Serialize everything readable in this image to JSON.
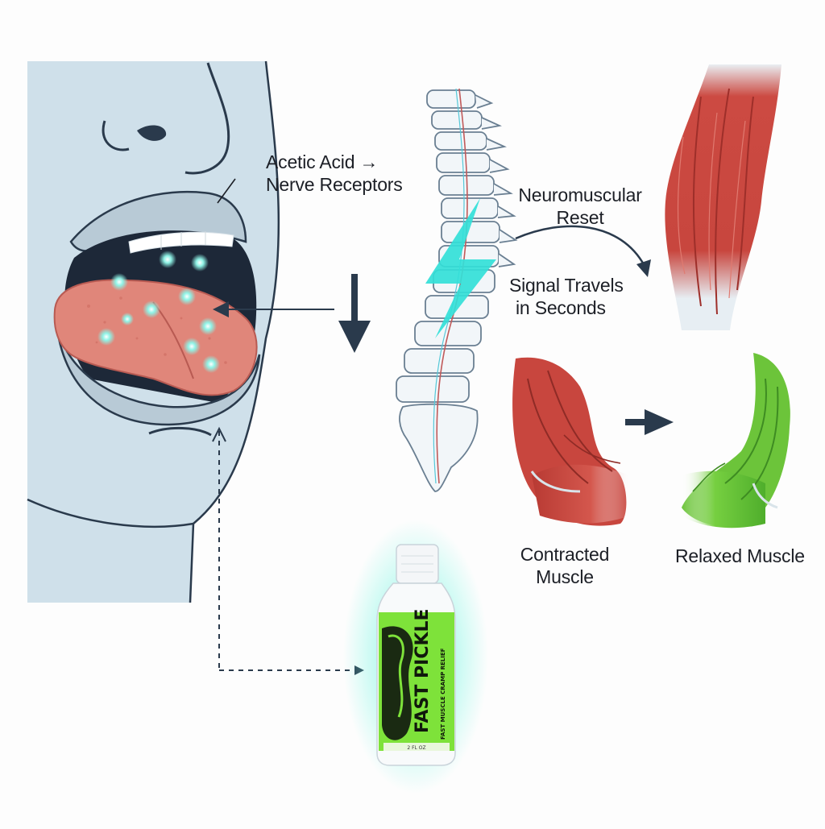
{
  "labels": {
    "acetic_acid_line1": "Acetic Acid →",
    "acetic_acid_line2": "Nerve Receptors",
    "neuromuscular_line1": "Neuromuscular",
    "neuromuscular_line2": "Reset",
    "signal_line1": "Signal Travels",
    "signal_line2": "in Seconds",
    "contracted_line1": "Contracted",
    "contracted_line2": "Muscle",
    "relaxed": "Relaxed Muscle"
  },
  "bottle": {
    "brand": "FAST PICKLE",
    "tagline": "FAST MUSCLE CRAMP RELIEF",
    "size": "2 FL OZ"
  },
  "colors": {
    "face": "#cfe0ea",
    "outline": "#2a3a4c",
    "tongue": "#e0867a",
    "muscle_red": "#c8463e",
    "muscle_green": "#6cc43a",
    "bolt": "#33e0d8",
    "bottle_glow": "#5ef0d8",
    "label_green": "#7ee23a"
  }
}
